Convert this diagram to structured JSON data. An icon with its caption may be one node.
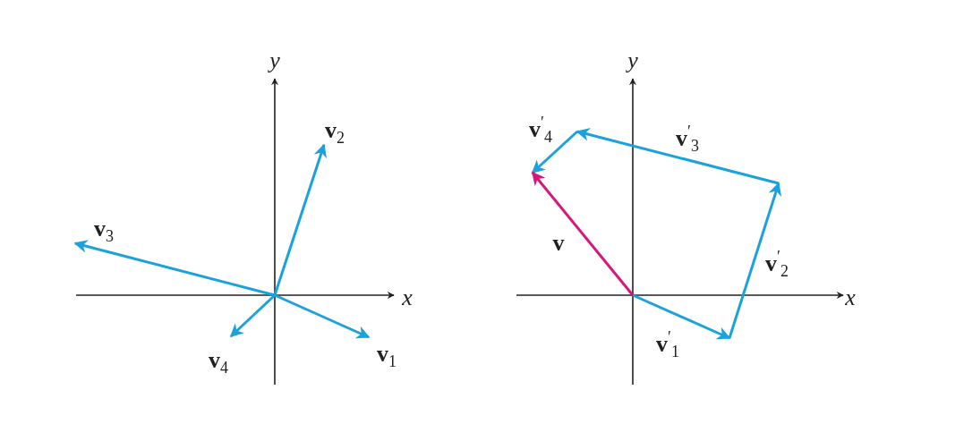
{
  "diagram": {
    "labels": [
      "y",
      "y",
      "**v**$^{′}$$_{4}$",
      "**v**$_{2}$",
      "**v**$^{′}$$_{3}$",
      "**v**$_{3}$",
      "v",
      "**v**$^{′}$$_{2}$",
      "x",
      "x",
      "**v**$_{1}$",
      "**v**$^{′}$$_{1}$",
      "**v**$_{4}$"
    ]
  }
}
